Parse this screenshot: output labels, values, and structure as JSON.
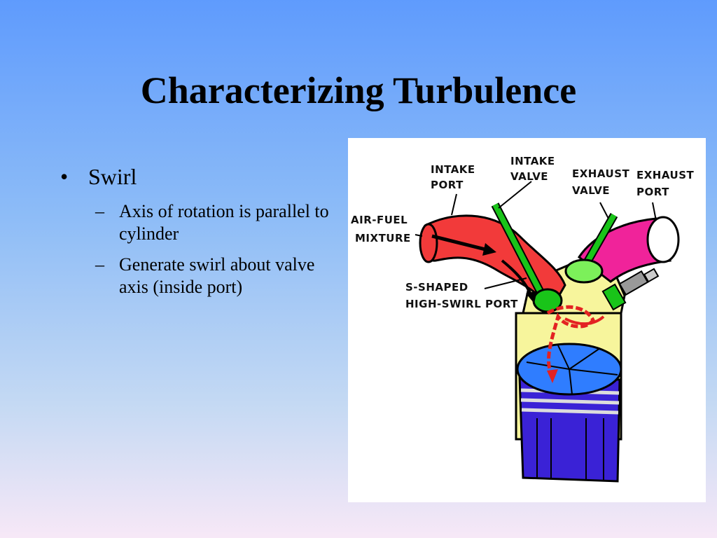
{
  "slide": {
    "title": "Characterizing Turbulence",
    "bullet": "Swirl",
    "subbullets": [
      "Axis of rotation is parallel to cylinder",
      "Generate swirl about valve axis (inside port)"
    ]
  },
  "figure": {
    "labels": {
      "intake_port": [
        "INTAKE",
        "PORT"
      ],
      "intake_valve": [
        "INTAKE",
        "VALVE"
      ],
      "exhaust_valve": [
        "EXHAUST",
        "VALVE"
      ],
      "exhaust_port": [
        "EXHAUST",
        "PORT"
      ],
      "air_fuel": [
        "AIR-FUEL",
        "MIXTURE"
      ],
      "s_shaped": [
        "S-SHAPED",
        "HIGH-SWIRL PORT"
      ]
    },
    "colors": {
      "intake_port": "#f23a3a",
      "exhaust_port": "#f0239a",
      "valve": "#19c419",
      "cylinder": "#f7f59c",
      "piston_crown": "#2f7dff",
      "piston_body": "#3a22d6",
      "swirl_arrow": "#e32222"
    }
  }
}
